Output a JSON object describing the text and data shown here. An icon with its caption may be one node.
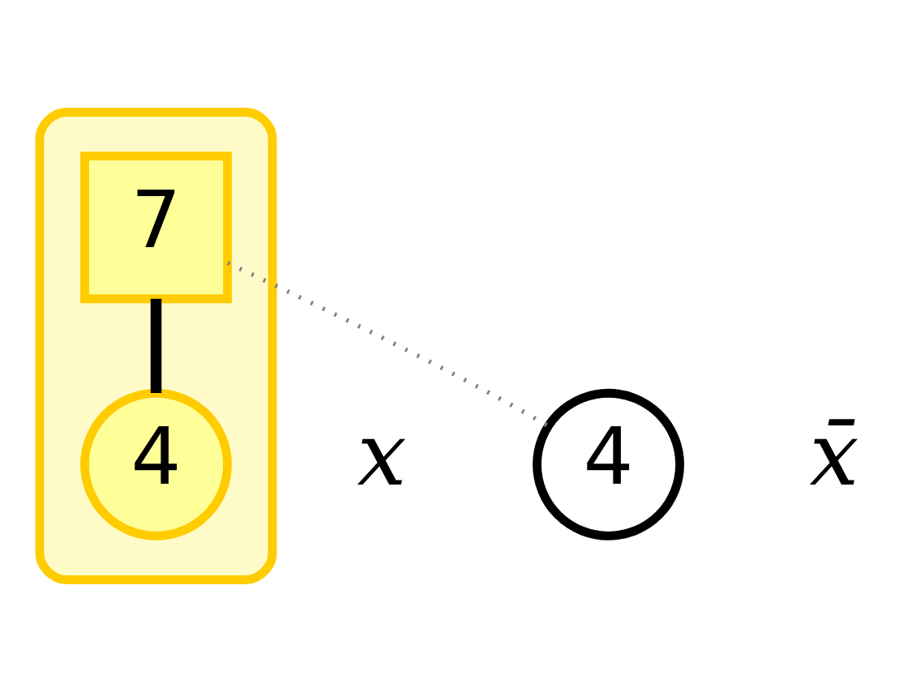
{
  "diagram": {
    "nodes": [
      {
        "text": [],
        "shape": "cloud"
      },
      {
        "text": [
          "7"
        ],
        "in": 0
      },
      {
        "text": [
          "4"
        ],
        "in": 0
      },
      {
        "text": [
          "4"
        ]
      }
    ],
    "edges": [
      {
        "from": 1,
        "to": 2,
        "arrow": "none",
        "style": "thick"
      },
      {
        "from": 1,
        "to": 3,
        "arrow": "none",
        "style": "dashed",
        "color": "#808080"
      }
    ],
    "labels": [
      "x",
      "x̄"
    ]
  }
}
